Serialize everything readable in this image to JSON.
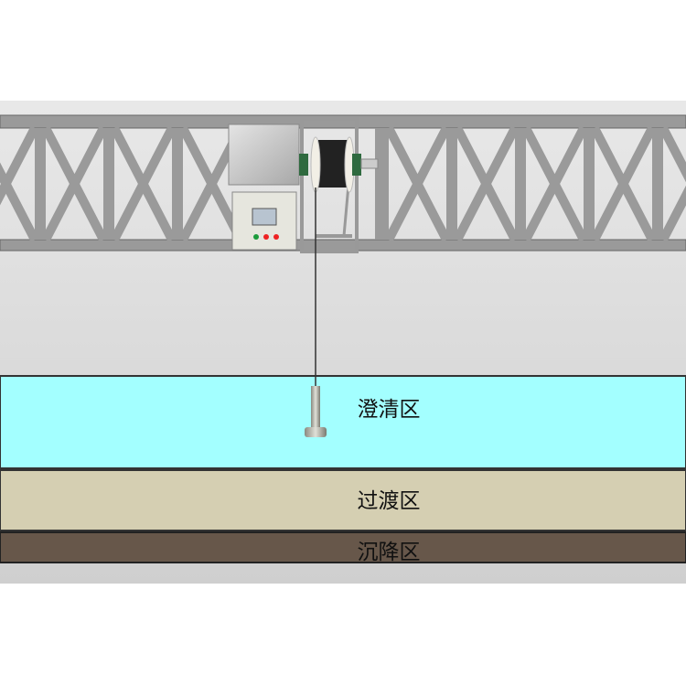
{
  "zones": [
    {
      "label": "澄清区",
      "color": "#a3ffff"
    },
    {
      "label": "过渡区",
      "color": "#d5cfb2"
    },
    {
      "label": "沉降区",
      "color": "#67574a"
    }
  ],
  "colors": {
    "tank": "#dcdcdc",
    "truss": "#9a9a9a"
  }
}
